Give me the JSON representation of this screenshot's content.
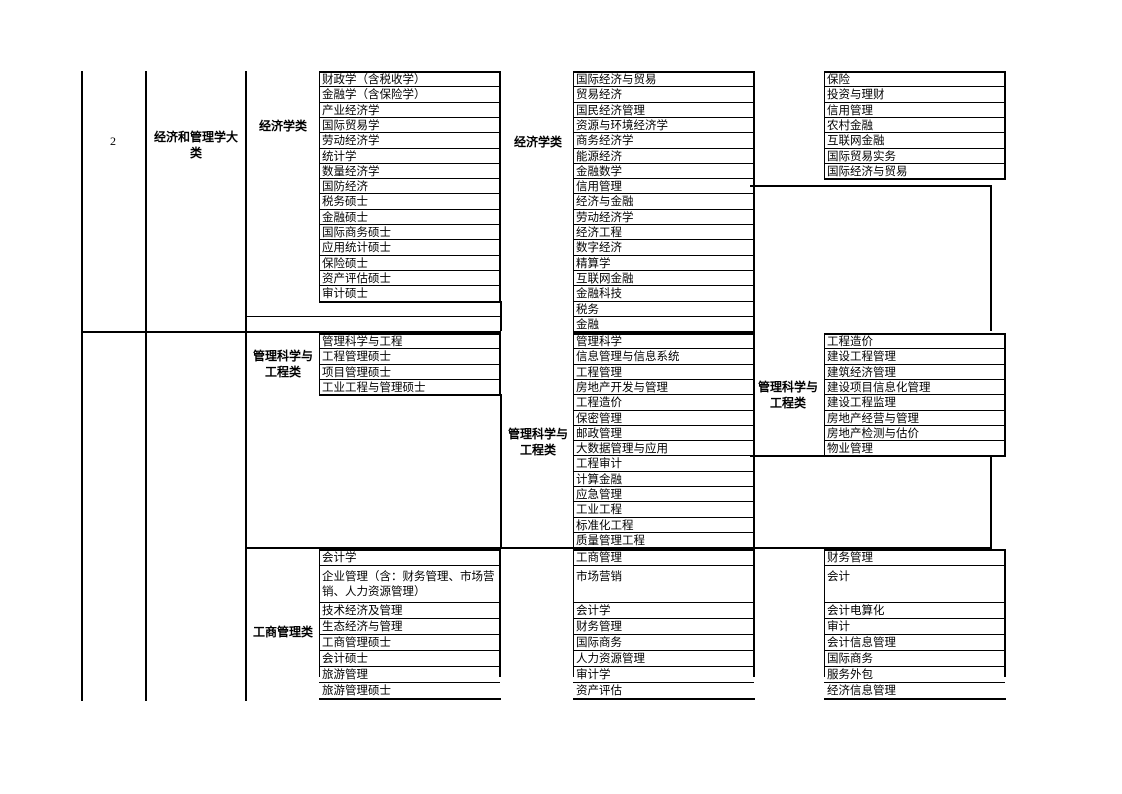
{
  "row_number": "2",
  "major_category": "经济和管理学大类",
  "section1": {
    "col1_label": "经济学类",
    "col1_items": [
      "财政学（含税收学）",
      "金融学（含保险学）",
      "产业经济学",
      "国际贸易学",
      "劳动经济学",
      "统计学",
      "数量经济学",
      "国防经济",
      "税务硕士",
      "金融硕士",
      "国际商务硕士",
      "应用统计硕士",
      "保险硕士",
      "资产评估硕士",
      "审计硕士"
    ],
    "col2_label": "经济学类",
    "col2_items": [
      "国际经济与贸易",
      "贸易经济",
      "国民经济管理",
      "资源与环境经济学",
      "商务经济学",
      "能源经济",
      "金融数学",
      "信用管理",
      "经济与金融",
      "劳动经济学",
      "经济工程",
      "数字经济",
      "精算学",
      "互联网金融",
      "金融科技",
      "税务",
      "金融"
    ],
    "col3_items": [
      "保险",
      "投资与理财",
      "信用管理",
      "农村金融",
      "互联网金融",
      "国际贸易实务",
      "国际经济与贸易"
    ]
  },
  "section2": {
    "col1_label": "管理科学与工程类",
    "col1_items": [
      "管理科学与工程",
      "工程管理硕士",
      "项目管理硕士",
      "工业工程与管理硕士"
    ],
    "col2_label": "管理科学与工程类",
    "col2_items": [
      "管理科学",
      "信息管理与信息系统",
      "工程管理",
      "房地产开发与管理",
      "工程造价",
      "保密管理",
      "邮政管理",
      "大数据管理与应用",
      "工程审计",
      "计算金融",
      "应急管理",
      "工业工程",
      "标准化工程",
      "质量管理工程"
    ],
    "col3_label": "管理科学与工程类",
    "col3_items": [
      "工程造价",
      "建设工程管理",
      "建筑经济管理",
      "建设项目信息化管理",
      "建设工程监理",
      "房地产经营与管理",
      "房地产检测与估价",
      "物业管理"
    ]
  },
  "section3": {
    "col1_label": "工商管理类",
    "col1_items": [
      "会计学",
      "企业管理（含：财务管理、市场营销、人力资源管理）",
      "技术经济及管理",
      "生态经济与管理",
      "工商管理硕士",
      "会计硕士",
      "旅游管理",
      "旅游管理硕士"
    ],
    "col2_items": [
      "工商管理",
      "市场营销",
      "会计学",
      "财务管理",
      "国际商务",
      "人力资源管理",
      "审计学",
      "资产评估"
    ],
    "col3_items": [
      "财务管理",
      "会计",
      "会计电算化",
      "审计",
      "会计信息管理",
      "国际商务",
      "服务外包",
      "经济信息管理"
    ]
  }
}
